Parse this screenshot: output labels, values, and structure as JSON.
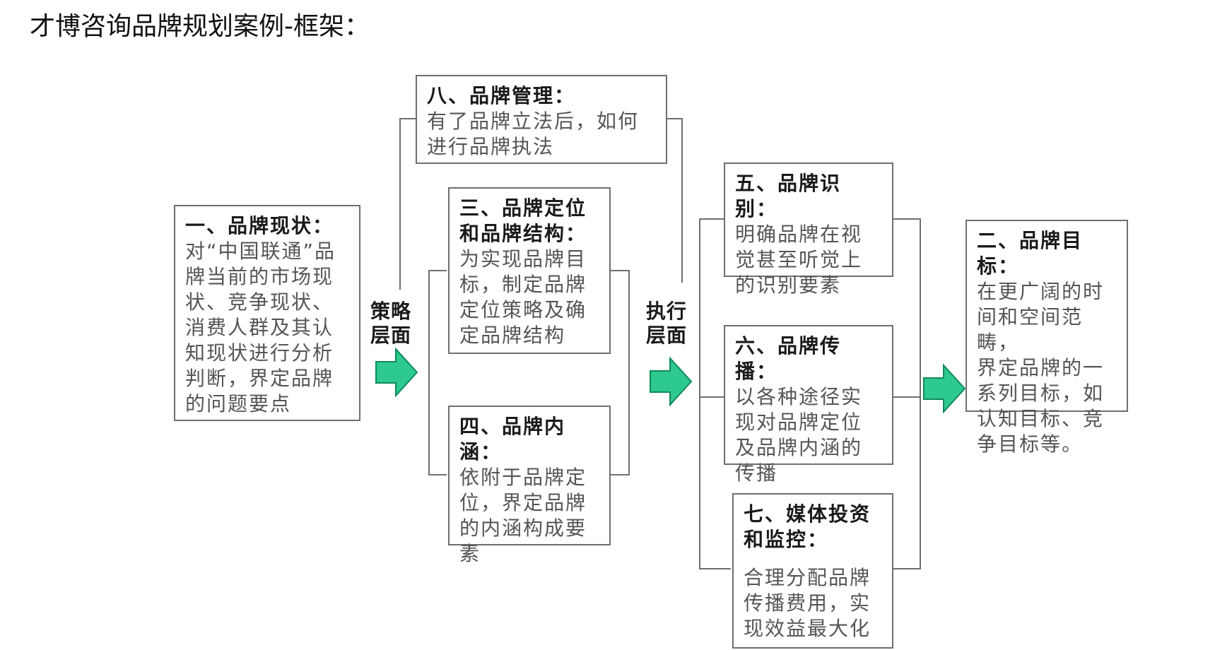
{
  "title": "才博咨询品牌规划案例-框架：",
  "colors": {
    "arrow": "#2ec990",
    "arrow_stroke": "#0f8a5a",
    "border": "#6f6f6f",
    "line": "#6f6f6f"
  },
  "boxes": {
    "b1": {
      "title": "一、品牌现状：",
      "body": " 对“中国联通”品\n牌当前的市场现\n状、竞争现状、\n消费人群及其认\n知现状进行分析\n判断，界定品牌\n的问题要点"
    },
    "b8": {
      "title": "八、品牌管理：",
      "body": "有了品牌立法后，如何\n进行品牌执法"
    },
    "b3": {
      "title": "三、品牌定位\n和品牌结构：",
      "body": " 为实现品牌目\n标，制定品牌\n定位策略及确\n定品牌结构"
    },
    "b4": {
      "title": "四、品牌内涵：",
      "body": "依附于品牌定\n位，界定品牌\n的内涵构成要\n素"
    },
    "b5": {
      "title": "五、品牌识别：",
      "body": "明确品牌在视\n觉甚至听觉上\n的识别要素"
    },
    "b6": {
      "title": "六、品牌传播：",
      "body": "以各种途径实\n现对品牌定位\n及品牌内涵的\n传播"
    },
    "b7": {
      "title": "七、媒体投资\n和监控：",
      "body": "合理分配品牌\n传播费用，实\n现效益最大化"
    },
    "b2": {
      "title": "二、品牌目标：",
      "body": "在更广阔的时\n间和空间范畴，\n界定品牌的一\n系列目标，如\n认知目标、竞\n争目标等。"
    }
  },
  "layers": {
    "strategy": "策略\n层面",
    "execution": "执行\n层面"
  }
}
